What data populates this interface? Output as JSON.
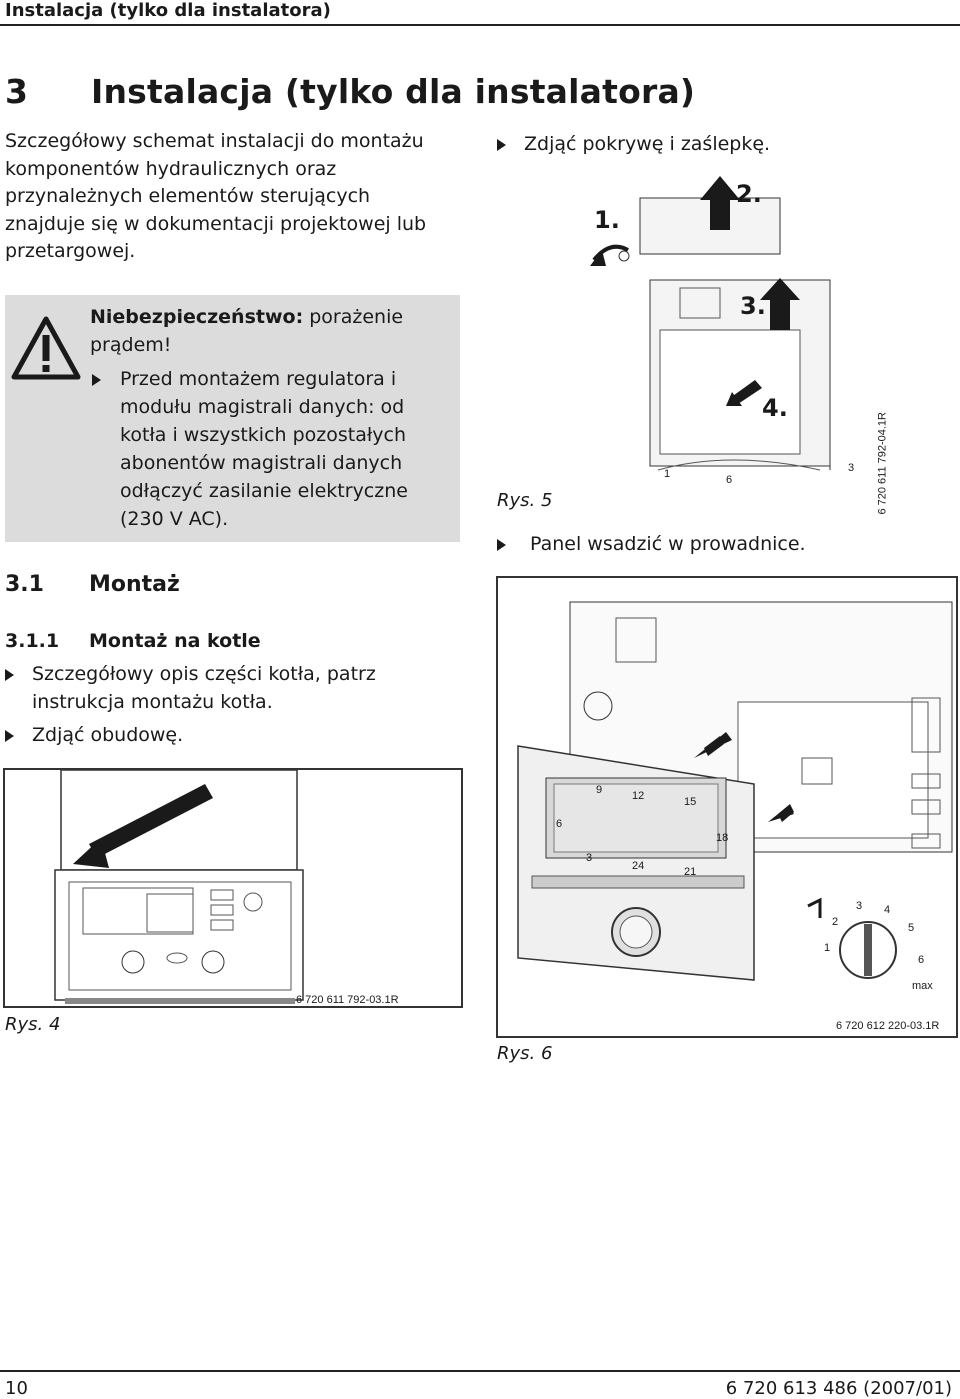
{
  "header": {
    "running_title": "Instalacja (tylko dla instalatora)"
  },
  "section": {
    "number": "3",
    "title": "Instalacja (tylko dla instalatora)"
  },
  "intro": "Szczegółowy schemat instalacji do montażu komponentów hydraulicznych oraz przynależnych elementów sterujących znajduje się w dokumentacji projektowej lub przetargowej.",
  "warning": {
    "title_bold": "Niebezpieczeństwo:",
    "title_rest": " porażenie prądem!",
    "item": "Przed montażem regulatora i modułu magistrali danych: od kotła i wszystkich pozostałych abonentów magistrali danych odłączyć zasilanie elektryczne (230 V AC)."
  },
  "subsection": {
    "number": "3.1",
    "title": "Montaż"
  },
  "subsubsection": {
    "number": "3.1.1",
    "title": "Montaż na kotle"
  },
  "left_items": [
    "Szczegółowy opis części kotła, patrz instrukcja montażu kotła.",
    "Zdjąć obudowę."
  ],
  "right_items": {
    "first": "Zdjąć pokrywę i zaślepkę.",
    "second": "Panel wsadzić w prowadnice."
  },
  "fig4": {
    "caption": "Rys. 4",
    "code": "6 720 611 792-03.1R"
  },
  "fig5": {
    "caption": "Rys. 5",
    "code": "6 720 611 792-04.1R",
    "steps": [
      "1.",
      "2.",
      "3.",
      "4."
    ],
    "dial_marks": [
      "1",
      "6",
      "3"
    ]
  },
  "fig6": {
    "caption": "Rys. 6",
    "code": "6 720 612 220-03.1R",
    "clock": [
      "9",
      "12",
      "15",
      "6",
      "18",
      "3",
      "24",
      "21"
    ],
    "knob": [
      "1",
      "2",
      "3",
      "4",
      "5",
      "6",
      "max"
    ]
  },
  "footer": {
    "page": "10",
    "doc": "6 720 613 486 (2007/01)"
  }
}
